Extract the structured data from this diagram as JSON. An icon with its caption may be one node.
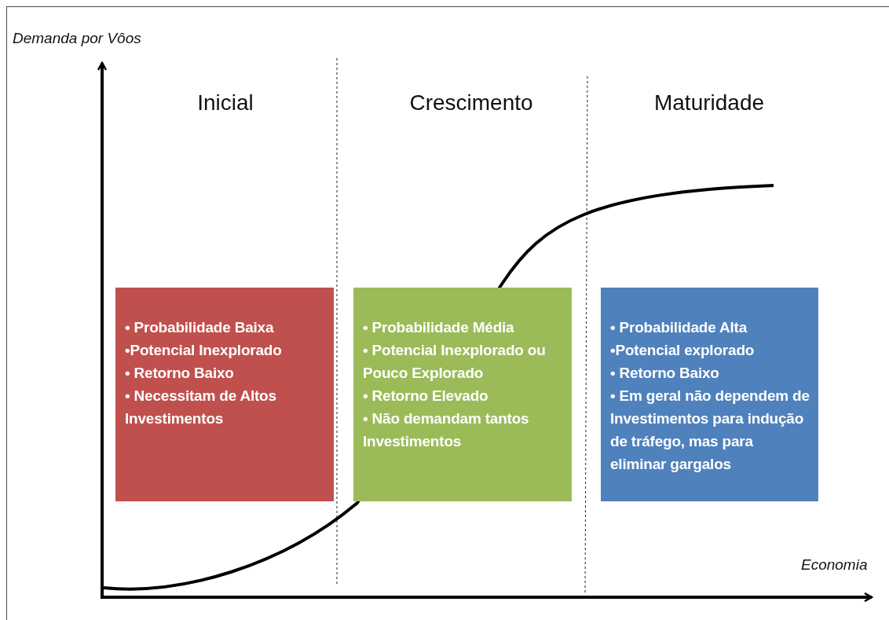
{
  "diagram": {
    "nodes": [
      {
        "text": [
          "• Probabilidade Baixa",
          "•Potencial Inexplorado",
          "• Retorno Baixo",
          "• Necessitam de Altos Investimentos"
        ]
      },
      {
        "text": [
          "• Probabilidade Média",
          "• Potencial Inexplorado ou Pouco Explorado",
          "• Retorno Elevado",
          "• Não demandam tantos Investimentos"
        ]
      },
      {
        "text": [
          "• Probabilidade Alta",
          "•Potencial explorado",
          "• Retorno Baixo",
          "• Em geral não dependem de Investimentos para indução de tráfego, mas para eliminar gargalos"
        ]
      }
    ],
    "labels": [
      "Demanda por Vôos",
      "Inicial",
      "Crescimento",
      "Maturidade",
      "Economia"
    ]
  }
}
